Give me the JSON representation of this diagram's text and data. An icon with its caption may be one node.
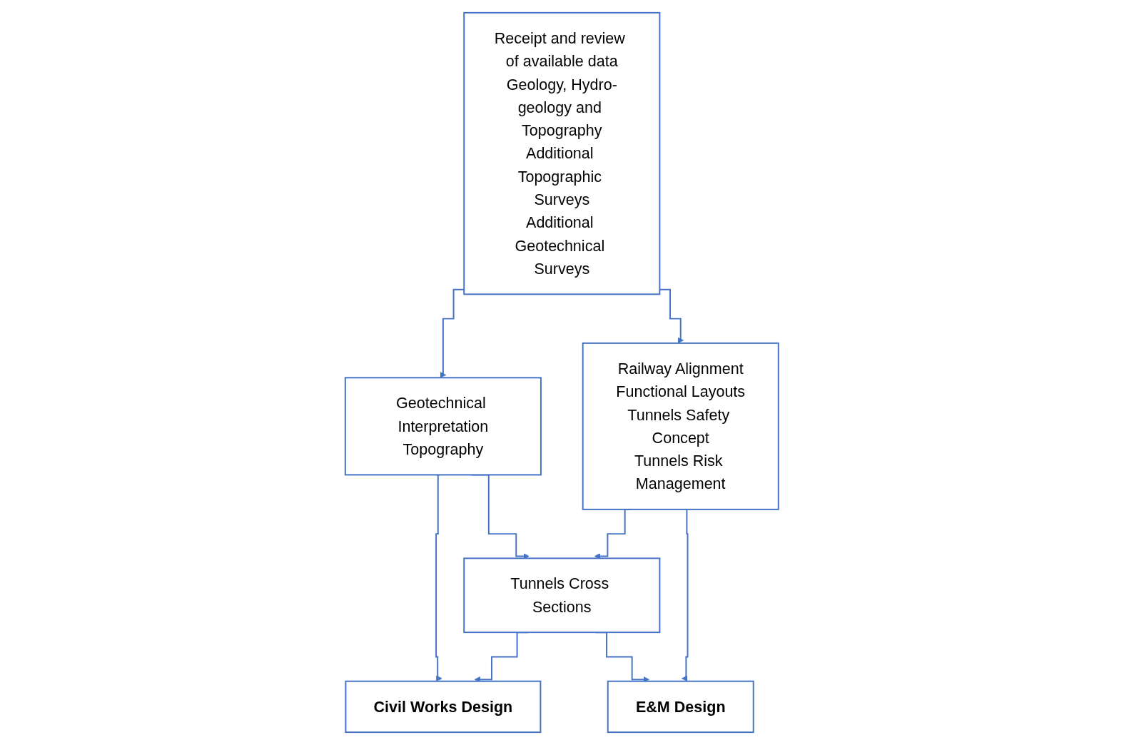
{
  "diagram": {
    "nodes": [
      {
        "text": [
          "Receipt and review of available data",
          "Geology, Hydro-geology and Topography",
          "Additional Topographic Surveys",
          "Additional Geotechnical Surveys"
        ]
      },
      {
        "text": [
          "Geotechnical Interpretation",
          "Topography"
        ]
      },
      {
        "text": [
          "Railway Alignment",
          "Functional Layouts",
          "Tunnels Safety Concept",
          "Tunnels Risk Management"
        ]
      },
      {
        "text": [
          "Tunnels Cross Sections"
        ]
      },
      {
        "text": [
          "Civil Works Design"
        ]
      },
      {
        "text": [
          "E&M Design"
        ]
      }
    ],
    "edges": [
      {
        "from": 0,
        "to": 1,
        "arrow": "to"
      },
      {
        "from": 0,
        "to": 2,
        "arrow": "to"
      },
      {
        "from": 1,
        "to": 3,
        "arrow": "to"
      },
      {
        "from": 2,
        "to": 3,
        "arrow": "to"
      },
      {
        "from": 1,
        "to": 4,
        "arrow": "to"
      },
      {
        "from": 3,
        "to": 4,
        "arrow": "to"
      },
      {
        "from": 3,
        "to": 5,
        "arrow": "to"
      },
      {
        "from": 2,
        "to": 5,
        "arrow": "to"
      }
    ]
  }
}
